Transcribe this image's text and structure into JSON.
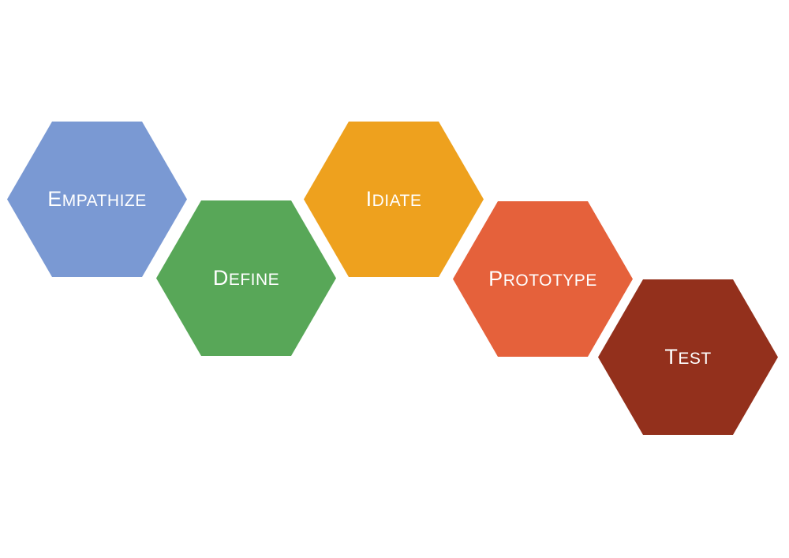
{
  "diagram": {
    "type": "process-hexagons",
    "background_color": "#FFFFFF",
    "label_text_color": "#FFFFFF",
    "steps": [
      {
        "label": "Empathize",
        "color": "#7A99D3"
      },
      {
        "label": "Define",
        "color": "#58A758"
      },
      {
        "label": "Idiate",
        "color": "#EEA11E"
      },
      {
        "label": "Prototype",
        "color": "#E5613B"
      },
      {
        "label": "Test",
        "color": "#93301C"
      }
    ]
  }
}
